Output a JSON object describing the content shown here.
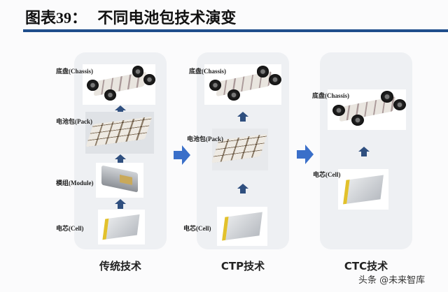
{
  "header": {
    "title_prefix": "图表",
    "title_num": "39：",
    "title_text": "不同电池包技术演变"
  },
  "columns": [
    {
      "title": "传统技术",
      "labels": {
        "chassis": "底盘(Chassis)",
        "pack": "电池包(Pack)",
        "module": "模组(Module)",
        "cell": "电芯(Cell)"
      }
    },
    {
      "title": "CTP技术",
      "labels": {
        "chassis": "底盘(Chassis)",
        "pack": "电池包(Pack)",
        "cell": "电芯(Cell)"
      }
    },
    {
      "title": "CTC技术",
      "labels": {
        "chassis": "底盘(Chassis)",
        "cell": "电芯(Cell)"
      }
    }
  ],
  "colors": {
    "rule": "#1f4e8c",
    "big_arrow": "#3a6fc9",
    "small_arrow": "#2f4f7f"
  },
  "watermark": "头条 @未来智库"
}
